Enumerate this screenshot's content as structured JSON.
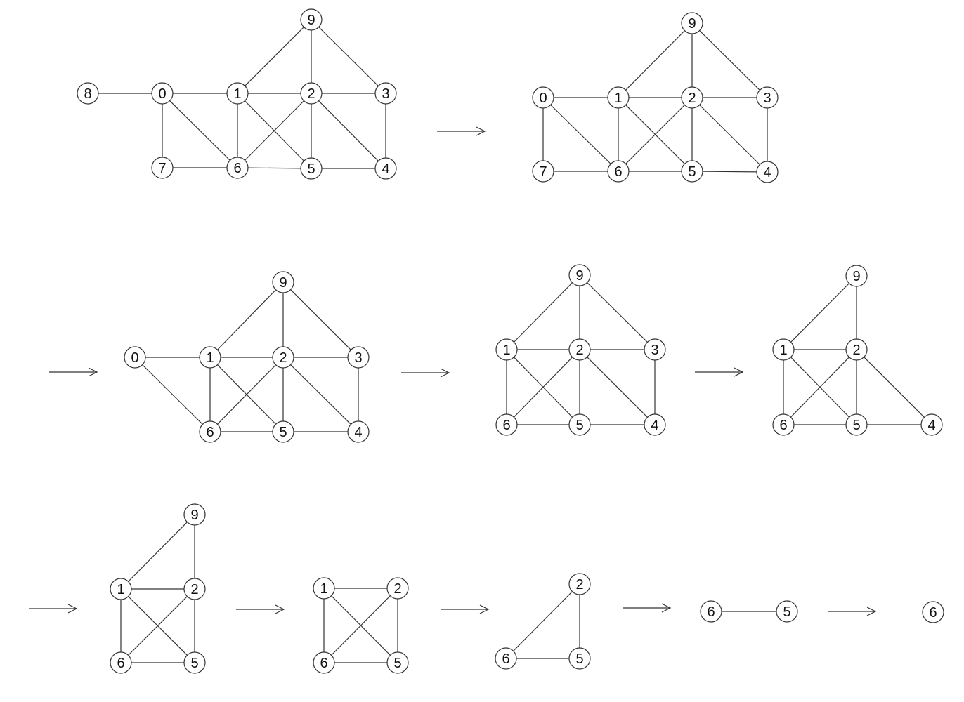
{
  "colors": {
    "stroke": "#333333",
    "node_fill": "#ffffff",
    "text": "#111111"
  },
  "steps": [
    {
      "nodes": [
        "8",
        "0",
        "1",
        "2",
        "3",
        "9",
        "7",
        "6",
        "5",
        "4"
      ],
      "edges": [
        [
          "8",
          "0"
        ],
        [
          "0",
          "1"
        ],
        [
          "1",
          "2"
        ],
        [
          "2",
          "3"
        ],
        [
          "9",
          "1"
        ],
        [
          "9",
          "2"
        ],
        [
          "9",
          "3"
        ],
        [
          "0",
          "7"
        ],
        [
          "0",
          "6"
        ],
        [
          "1",
          "6"
        ],
        [
          "1",
          "5"
        ],
        [
          "2",
          "6"
        ],
        [
          "2",
          "5"
        ],
        [
          "2",
          "4"
        ],
        [
          "3",
          "4"
        ],
        [
          "7",
          "6"
        ],
        [
          "6",
          "5"
        ],
        [
          "5",
          "4"
        ]
      ]
    },
    {
      "nodes": [
        "0",
        "1",
        "2",
        "3",
        "9",
        "7",
        "6",
        "5",
        "4"
      ],
      "edges": [
        [
          "0",
          "1"
        ],
        [
          "1",
          "2"
        ],
        [
          "2",
          "3"
        ],
        [
          "9",
          "1"
        ],
        [
          "9",
          "2"
        ],
        [
          "9",
          "3"
        ],
        [
          "0",
          "7"
        ],
        [
          "0",
          "6"
        ],
        [
          "1",
          "6"
        ],
        [
          "1",
          "5"
        ],
        [
          "2",
          "6"
        ],
        [
          "2",
          "5"
        ],
        [
          "2",
          "4"
        ],
        [
          "3",
          "4"
        ],
        [
          "7",
          "6"
        ],
        [
          "6",
          "5"
        ],
        [
          "5",
          "4"
        ]
      ]
    },
    {
      "nodes": [
        "0",
        "1",
        "2",
        "3",
        "9",
        "6",
        "5",
        "4"
      ],
      "edges": [
        [
          "0",
          "1"
        ],
        [
          "1",
          "2"
        ],
        [
          "2",
          "3"
        ],
        [
          "9",
          "1"
        ],
        [
          "9",
          "2"
        ],
        [
          "9",
          "3"
        ],
        [
          "0",
          "6"
        ],
        [
          "1",
          "6"
        ],
        [
          "1",
          "5"
        ],
        [
          "2",
          "6"
        ],
        [
          "2",
          "5"
        ],
        [
          "2",
          "4"
        ],
        [
          "3",
          "4"
        ],
        [
          "6",
          "5"
        ],
        [
          "5",
          "4"
        ]
      ]
    },
    {
      "nodes": [
        "1",
        "2",
        "3",
        "9",
        "6",
        "5",
        "4"
      ],
      "edges": [
        [
          "1",
          "2"
        ],
        [
          "2",
          "3"
        ],
        [
          "9",
          "1"
        ],
        [
          "9",
          "2"
        ],
        [
          "9",
          "3"
        ],
        [
          "1",
          "6"
        ],
        [
          "1",
          "5"
        ],
        [
          "2",
          "6"
        ],
        [
          "2",
          "5"
        ],
        [
          "2",
          "4"
        ],
        [
          "3",
          "4"
        ],
        [
          "6",
          "5"
        ],
        [
          "5",
          "4"
        ]
      ]
    },
    {
      "nodes": [
        "1",
        "2",
        "9",
        "6",
        "5",
        "4"
      ],
      "edges": [
        [
          "1",
          "2"
        ],
        [
          "9",
          "1"
        ],
        [
          "9",
          "2"
        ],
        [
          "1",
          "6"
        ],
        [
          "1",
          "5"
        ],
        [
          "2",
          "6"
        ],
        [
          "2",
          "5"
        ],
        [
          "2",
          "4"
        ],
        [
          "6",
          "5"
        ],
        [
          "5",
          "4"
        ]
      ]
    },
    {
      "nodes": [
        "1",
        "2",
        "9",
        "6",
        "5"
      ],
      "edges": [
        [
          "1",
          "2"
        ],
        [
          "9",
          "1"
        ],
        [
          "9",
          "2"
        ],
        [
          "1",
          "6"
        ],
        [
          "1",
          "5"
        ],
        [
          "2",
          "6"
        ],
        [
          "2",
          "5"
        ],
        [
          "6",
          "5"
        ]
      ]
    },
    {
      "nodes": [
        "1",
        "2",
        "6",
        "5"
      ],
      "edges": [
        [
          "1",
          "2"
        ],
        [
          "1",
          "6"
        ],
        [
          "1",
          "5"
        ],
        [
          "2",
          "6"
        ],
        [
          "2",
          "5"
        ],
        [
          "6",
          "5"
        ]
      ]
    },
    {
      "nodes": [
        "2",
        "6",
        "5"
      ],
      "edges": [
        [
          "2",
          "6"
        ],
        [
          "2",
          "5"
        ],
        [
          "6",
          "5"
        ]
      ]
    },
    {
      "nodes": [
        "6",
        "5"
      ],
      "edges": [
        [
          "6",
          "5"
        ]
      ]
    },
    {
      "nodes": [
        "6"
      ],
      "edges": []
    }
  ]
}
